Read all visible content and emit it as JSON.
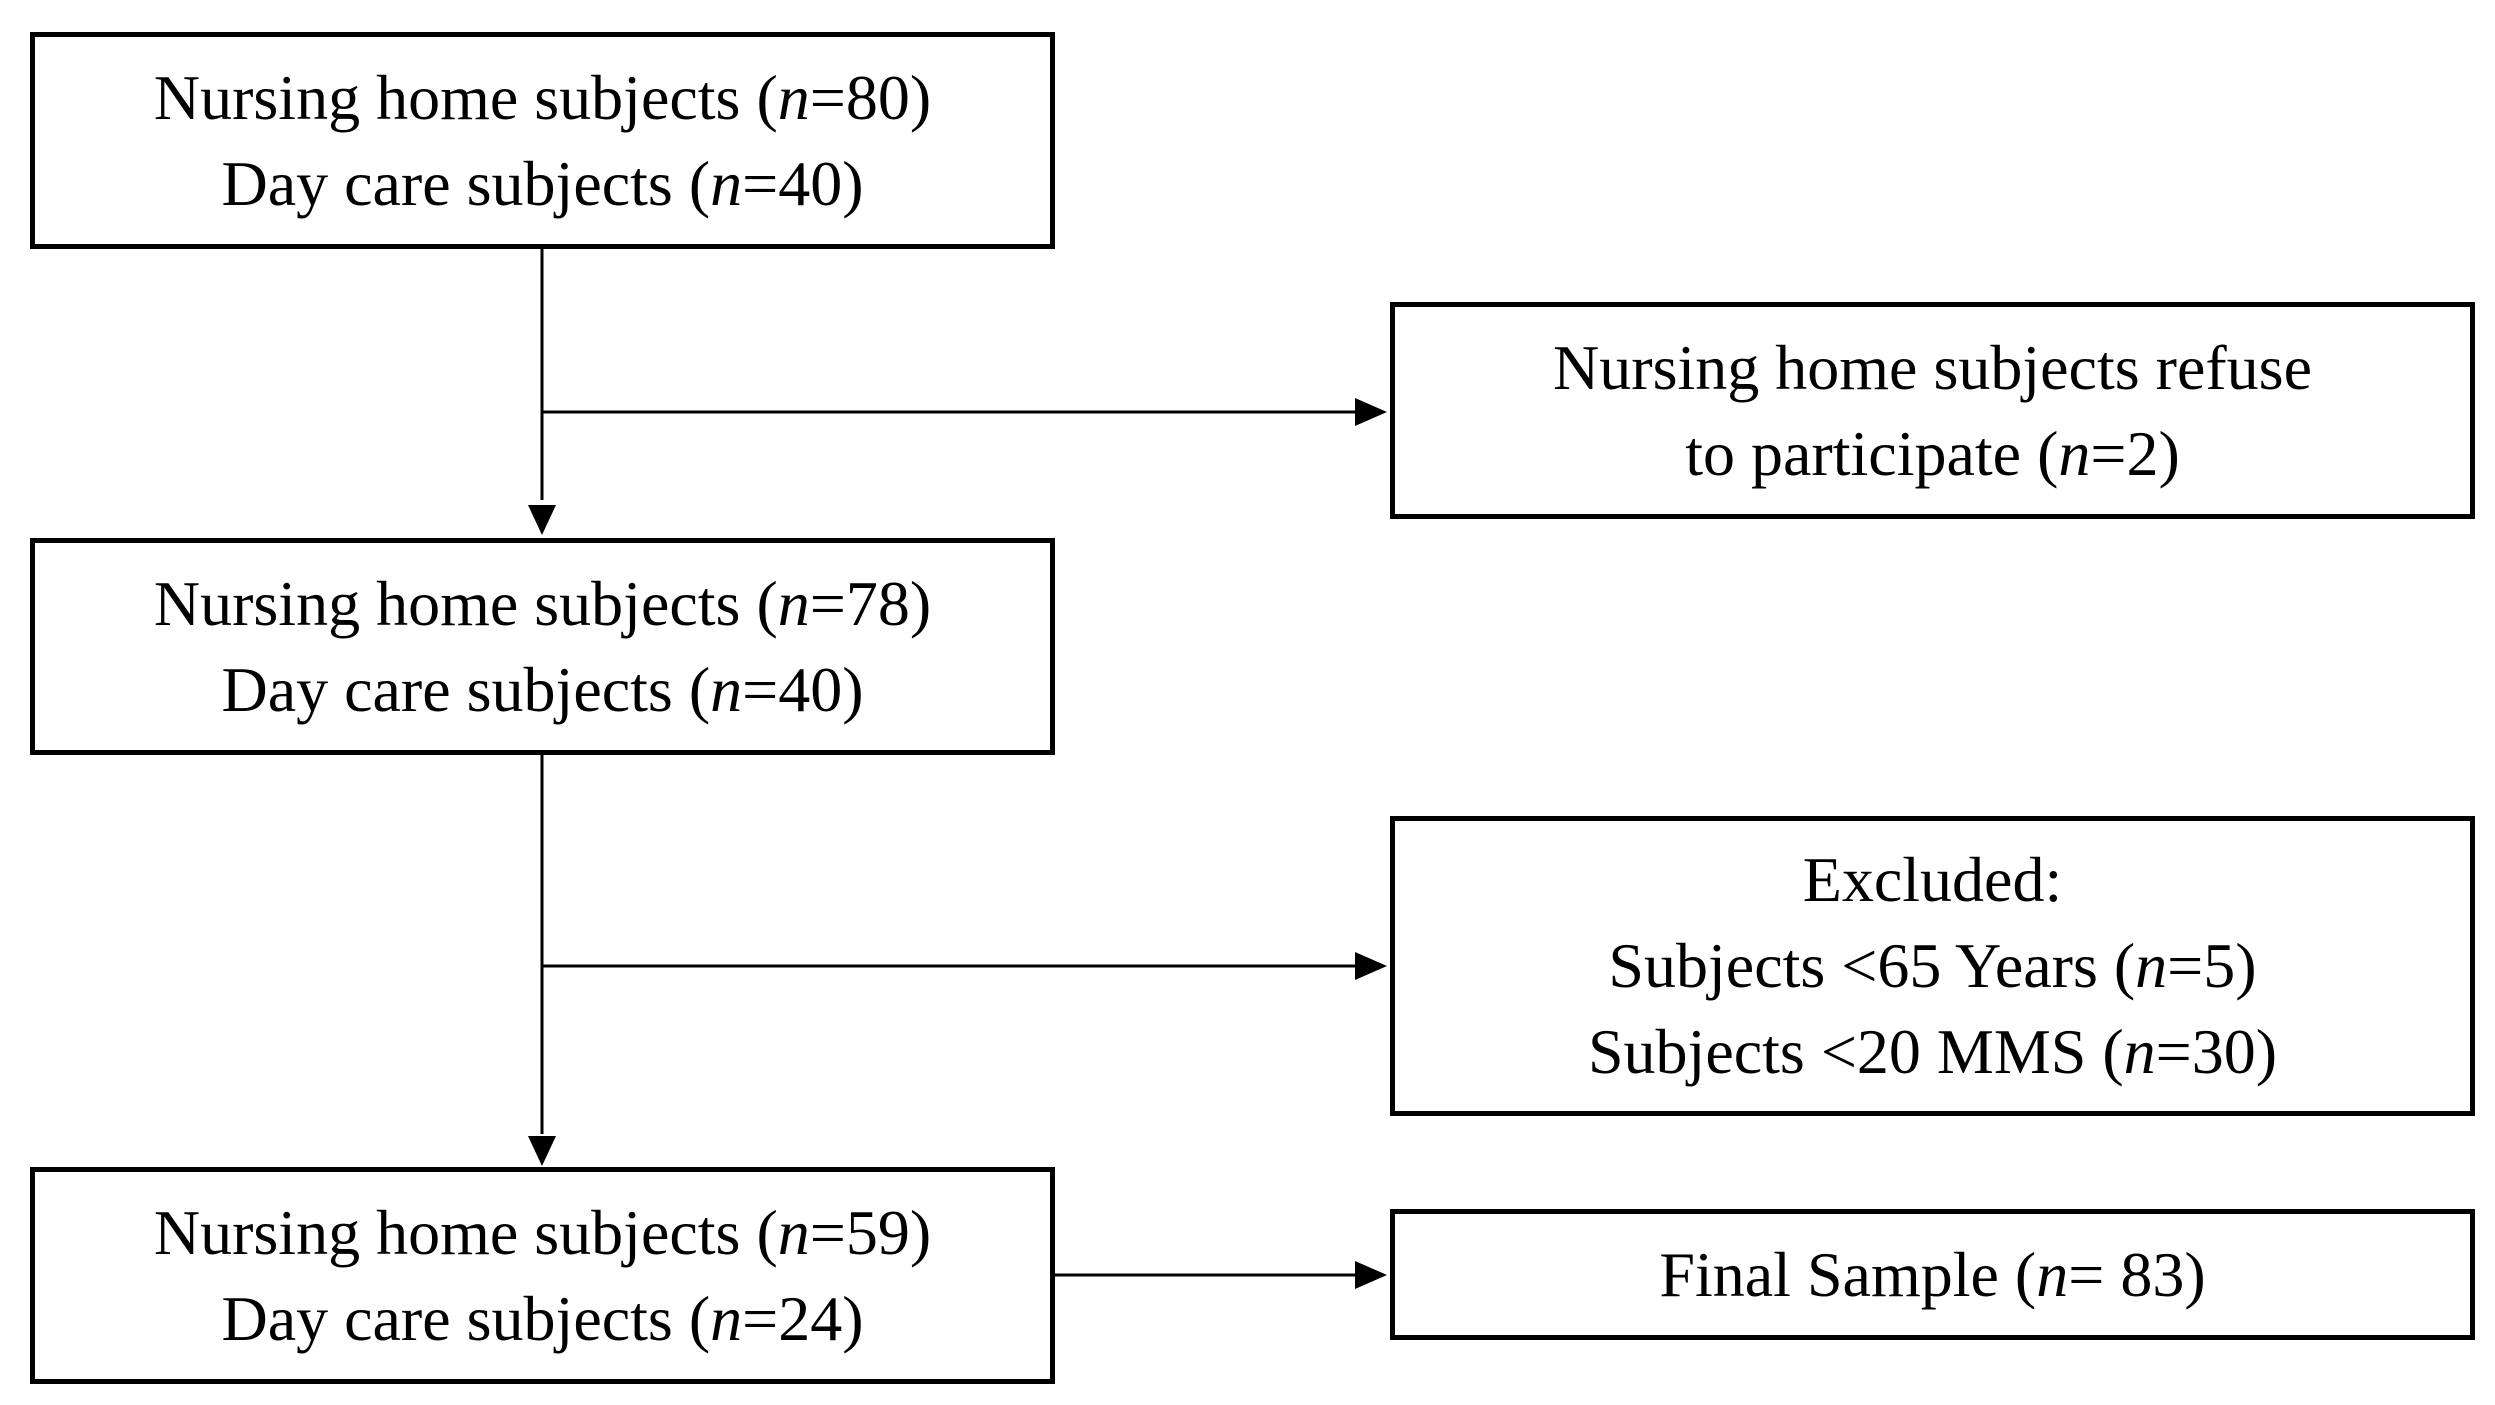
{
  "boxes": {
    "start": {
      "lines": [
        [
          {
            "t": "Nursing home subjects ("
          },
          {
            "t": "n",
            "i": true
          },
          {
            "t": "=80)"
          }
        ],
        [
          {
            "t": "Day care subjects ("
          },
          {
            "t": "n",
            "i": true
          },
          {
            "t": "=40)"
          }
        ]
      ]
    },
    "refuse": {
      "lines": [
        [
          {
            "t": "Nursing home subjects refuse"
          }
        ],
        [
          {
            "t": "to participate ("
          },
          {
            "t": "n",
            "i": true
          },
          {
            "t": "=2)"
          }
        ]
      ]
    },
    "mid": {
      "lines": [
        [
          {
            "t": "Nursing home subjects ("
          },
          {
            "t": "n",
            "i": true
          },
          {
            "t": "=78)"
          }
        ],
        [
          {
            "t": "Day care subjects ("
          },
          {
            "t": "n",
            "i": true
          },
          {
            "t": "=40)"
          }
        ]
      ]
    },
    "excl": {
      "lines": [
        [
          {
            "t": "Excluded:"
          }
        ],
        [
          {
            "t": "Subjects <65 Years ("
          },
          {
            "t": "n",
            "i": true
          },
          {
            "t": "=5)"
          }
        ],
        [
          {
            "t": "Subjects <20 MMS ("
          },
          {
            "t": "n",
            "i": true
          },
          {
            "t": "=30)"
          }
        ]
      ]
    },
    "end": {
      "lines": [
        [
          {
            "t": "Nursing home subjects ("
          },
          {
            "t": "n",
            "i": true
          },
          {
            "t": "=59)"
          }
        ],
        [
          {
            "t": "Day care subjects ("
          },
          {
            "t": "n",
            "i": true
          },
          {
            "t": "=24)"
          }
        ]
      ]
    },
    "final": {
      "lines": [
        [
          {
            "t": "Final Sample ("
          },
          {
            "t": "n",
            "i": true
          },
          {
            "t": "= 83)"
          }
        ]
      ]
    }
  },
  "colors": {
    "stroke": "#000000",
    "background": "#ffffff"
  }
}
